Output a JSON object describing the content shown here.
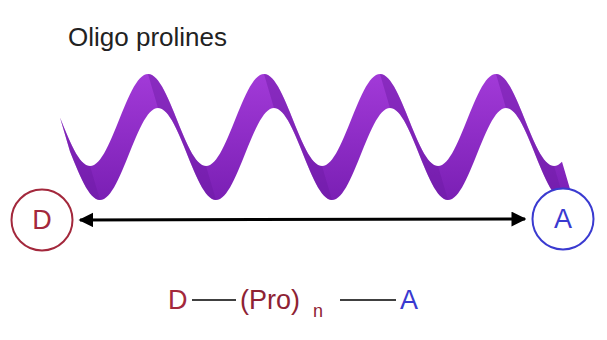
{
  "diagram": {
    "title": "Oligo prolines",
    "nodes": [
      {
        "text": [
          "D"
        ]
      },
      {
        "text": [
          "A"
        ]
      }
    ],
    "edges": [
      {
        "from": 0,
        "to": 1,
        "arrow": "both"
      }
    ],
    "labels": [
      "D",
      "(Pro)",
      "n",
      "A"
    ]
  }
}
